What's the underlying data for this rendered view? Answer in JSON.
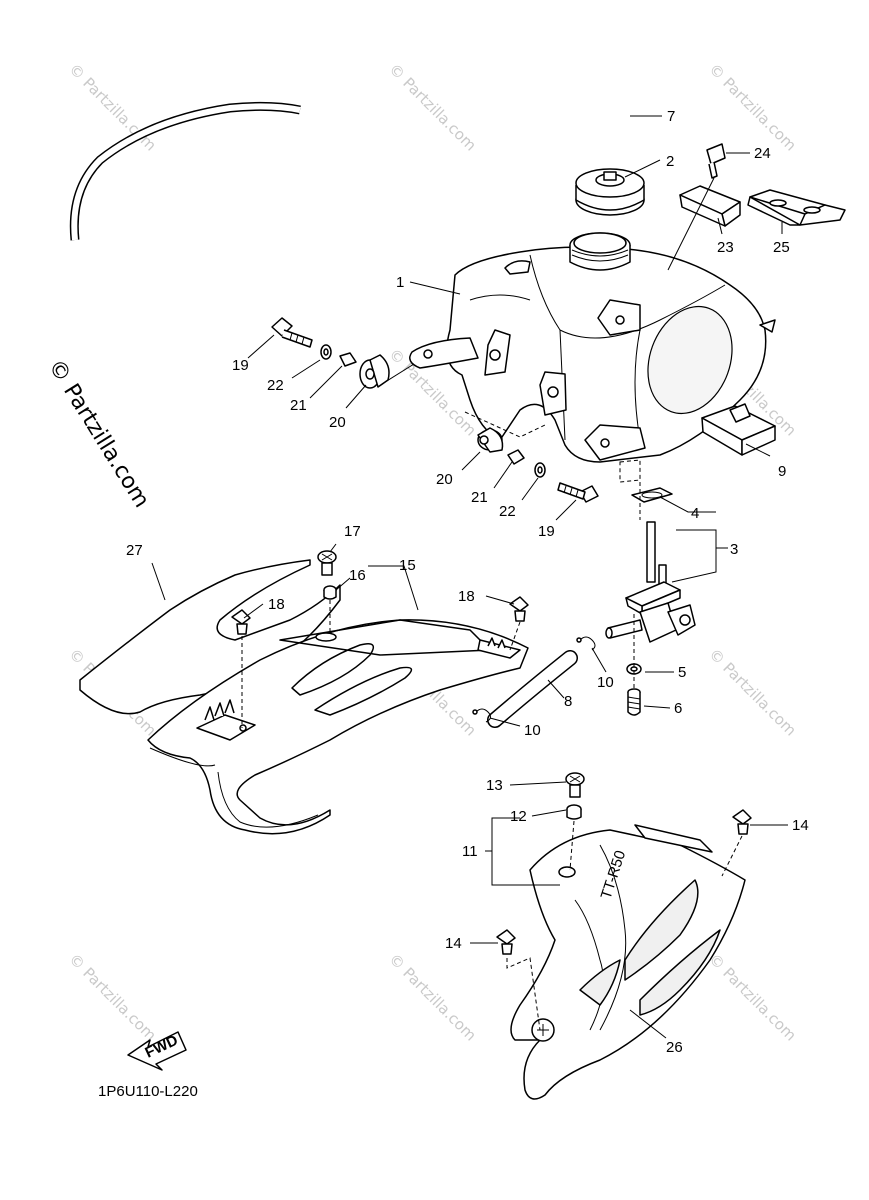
{
  "watermark": {
    "small_text": "© Partzilla.com",
    "large_text": "© Partzilla.com"
  },
  "diagram_code": "1P6U110-L220",
  "fwd_label": "FWD",
  "callouts": {
    "c1": "1",
    "c2": "2",
    "c3": "3",
    "c4": "4",
    "c5": "5",
    "c6": "6",
    "c7": "7",
    "c8": "8",
    "c9": "9",
    "c10a": "10",
    "c10b": "10",
    "c11": "11",
    "c12": "12",
    "c13": "13",
    "c14a": "14",
    "c14b": "14",
    "c15": "15",
    "c16": "16",
    "c17": "17",
    "c18a": "18",
    "c18b": "18",
    "c19a": "19",
    "c19b": "19",
    "c20a": "20",
    "c20b": "20",
    "c21a": "21",
    "c21b": "21",
    "c22a": "22",
    "c22b": "22",
    "c23": "23",
    "c24": "24",
    "c25": "25",
    "c26": "26",
    "c27": "27"
  },
  "shroud_text": "TT-R50"
}
